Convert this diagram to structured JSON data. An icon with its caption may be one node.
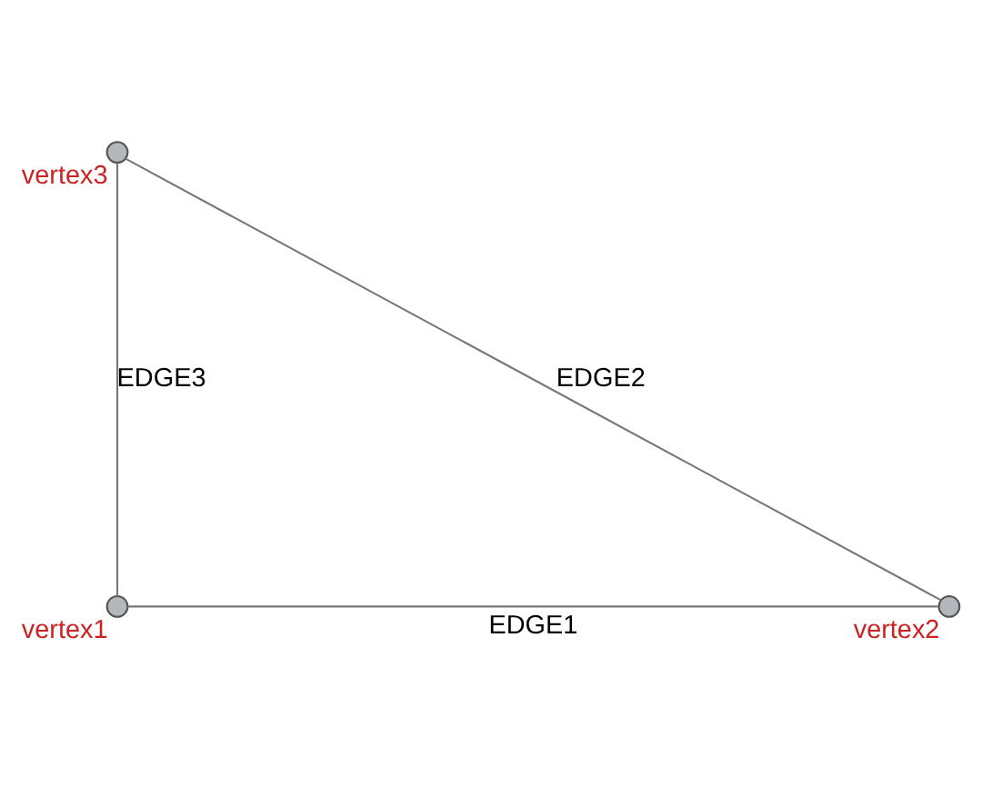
{
  "diagram": {
    "nodes": [
      {
        "text": [],
        "shape": "circle",
        "beside": [
          "vertex1"
        ]
      },
      {
        "text": [],
        "shape": "circle",
        "beside": [
          "vertex2"
        ]
      },
      {
        "text": [],
        "shape": "circle",
        "beside": [
          "vertex3"
        ]
      }
    ],
    "edges": [
      {
        "from": 0,
        "to": 1,
        "arrow": "none",
        "label": "EDGE1"
      },
      {
        "from": 1,
        "to": 2,
        "arrow": "none",
        "label": "EDGE2"
      },
      {
        "from": 0,
        "to": 2,
        "arrow": "none",
        "label": "EDGE3"
      }
    ]
  }
}
